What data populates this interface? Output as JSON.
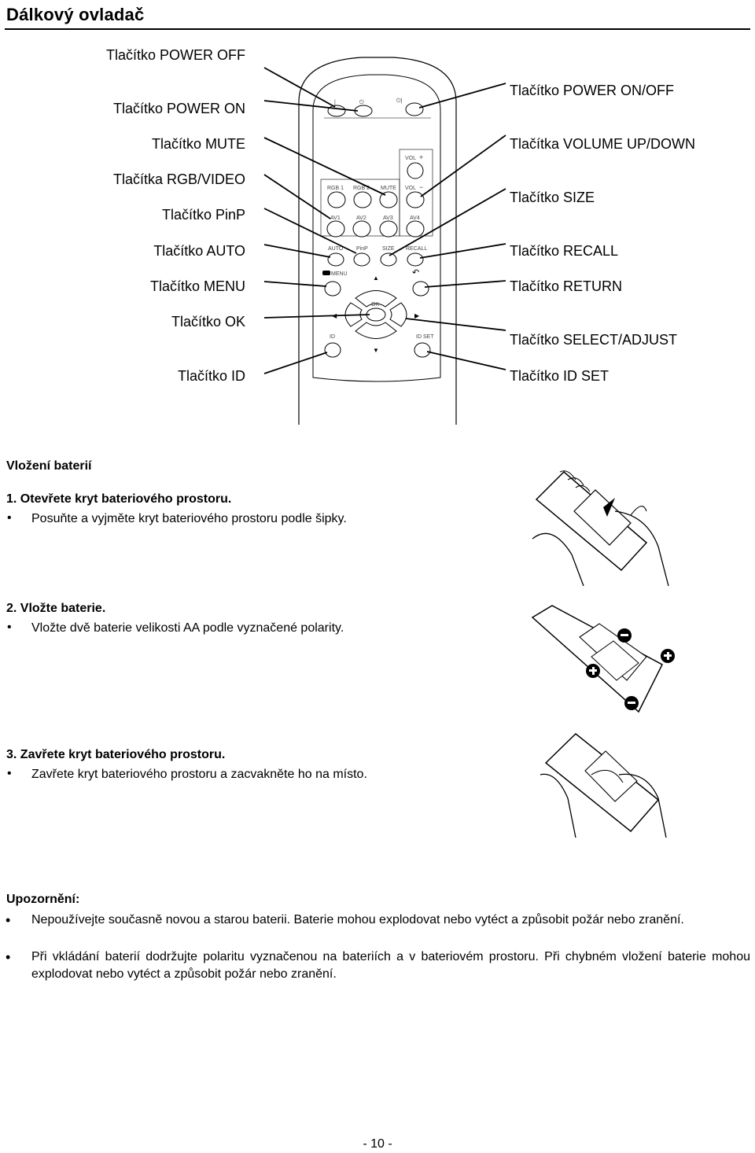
{
  "title": "Dálkový ovladač",
  "remote": {
    "left_labels": [
      "Tlačítko POWER OFF",
      "Tlačítko POWER ON",
      "Tlačítko MUTE",
      "Tlačítka RGB/VIDEO",
      "Tlačítko PinP",
      "Tlačítko AUTO",
      "Tlačítko MENU",
      "Tlačítko OK",
      "Tlačítko ID"
    ],
    "right_labels": [
      "Tlačítko POWER ON/OFF",
      "Tlačítka VOLUME UP/DOWN",
      "Tlačítko SIZE",
      "Tlačítko RECALL",
      "Tlačítko RETURN",
      "Tlačítko SELECT/ADJUST",
      "Tlačítko ID SET"
    ],
    "button_texts": {
      "vol_up": "VOL",
      "vol_down": "VOL",
      "rgb1": "RGB 1",
      "rgb2": "RGB 2",
      "mute": "MUTE",
      "av1": "AV1",
      "av2": "AV2",
      "av3": "AV3",
      "av4": "AV4",
      "auto": "AUTO",
      "pinp": "PinP",
      "size": "SIZE",
      "recall": "RECALL",
      "menu": "MENU",
      "ok": "OK",
      "id": "ID",
      "idset": "ID SET"
    }
  },
  "battery": {
    "heading": "Vložení baterií",
    "steps": [
      {
        "title": "1. Otevřete kryt bateriového prostoru.",
        "bullet": "Posuňte a vyjměte kryt bateriového prostoru podle šipky."
      },
      {
        "title": "2. Vložte baterie.",
        "bullet": "Vložte dvě baterie velikosti AA podle vyznačené polarity."
      },
      {
        "title": "3. Zavřete kryt bateriového prostoru.",
        "bullet": "Zavřete kryt bateriového prostoru a zacvakněte ho na místo."
      }
    ]
  },
  "warning": {
    "heading": "Upozornění:",
    "items": [
      "Nepoužívejte současně novou a starou baterii. Baterie mohou explodovat nebo vytéct a způsobit požár nebo zranění.",
      "Při vkládání baterií dodržujte polaritu vyznačenou na bateriích a v bateriovém prostoru. Při chybném vložení baterie mohou explodovat nebo vytéct a způsobit požár nebo zranění."
    ]
  },
  "page_number": "- 10 -"
}
